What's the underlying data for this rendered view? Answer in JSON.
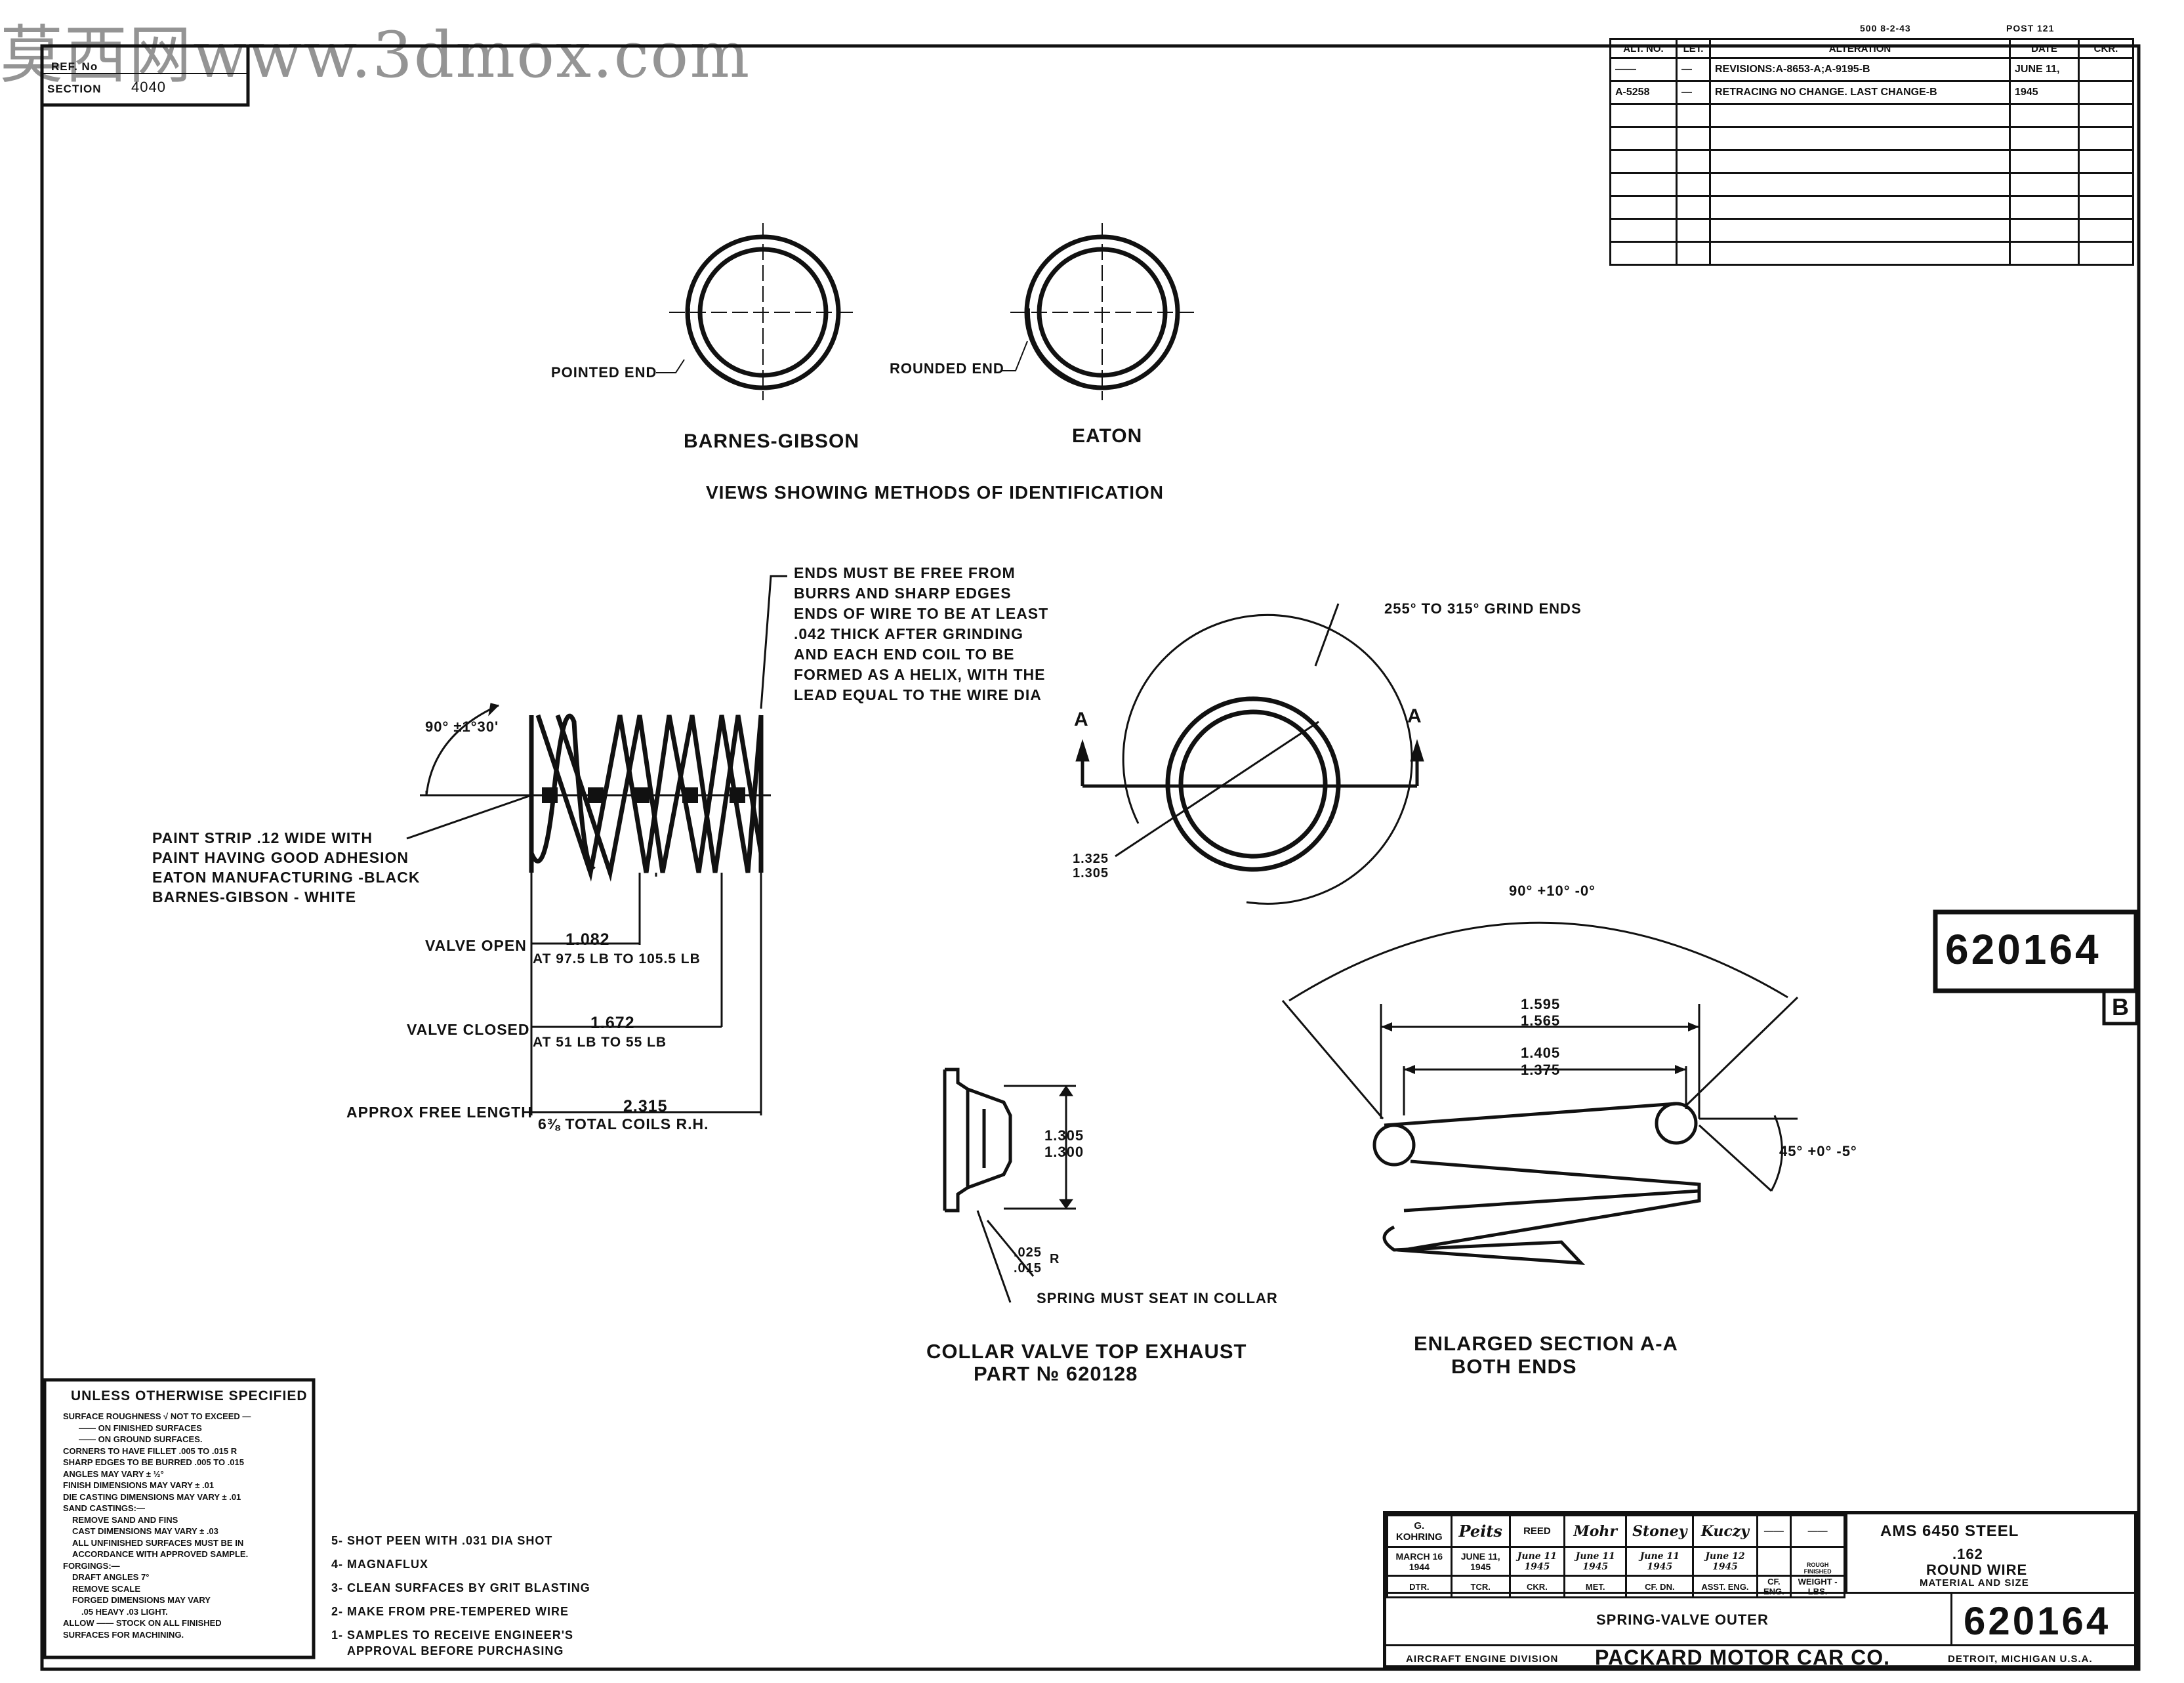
{
  "watermark": "莫西网www.3dmox.com",
  "top_strip": {
    "code1": "500 8-2-43",
    "code2": "POST 121"
  },
  "ref_box": {
    "ref_label": "REF. No",
    "section_label": "SECTION",
    "section_value": "4040"
  },
  "revision_table": {
    "headers": [
      "ALT. NO.",
      "LET.",
      "ALTERATION",
      "DATE",
      "CKR."
    ],
    "rows": [
      [
        "——",
        "—",
        "REVISIONS:A-8653-A;A-9195-B",
        "JUNE 11,",
        ""
      ],
      [
        "A-5258",
        "—",
        "RETRACING NO CHANGE. LAST CHANGE-B",
        "1945",
        ""
      ]
    ]
  },
  "drawing_number": {
    "side": "620164",
    "side_letter": "B",
    "title_block": "620164"
  },
  "identification": {
    "pointed_end": "POINTED END",
    "rounded_end": "ROUNDED END",
    "barnes_gibson": "BARNES-GIBSON",
    "eaton": "EATON",
    "caption": "VIEWS SHOWING METHODS OF IDENTIFICATION"
  },
  "spring_view": {
    "ends_note": [
      "ENDS MUST BE FREE FROM",
      "BURRS AND SHARP EDGES",
      "ENDS OF WIRE TO BE AT LEAST",
      ".042 THICK AFTER GRINDING",
      "AND EACH END COIL TO BE",
      "FORMED AS A HELIX, WITH THE",
      "LEAD EQUAL TO THE WIRE DIA"
    ],
    "angle": "90° ±1°30'",
    "paint_note": [
      "PAINT STRIP .12 WIDE WITH",
      "PAINT HAVING GOOD ADHESION",
      "EATON MANUFACTURING -BLACK",
      "BARNES-GIBSON - WHITE"
    ],
    "valve_open_label": "VALVE OPEN",
    "valve_open_dim": "1.082",
    "valve_open_load": "AT 97.5 LB TO 105.5 LB",
    "valve_closed_label": "VALVE CLOSED",
    "valve_closed_dim": "1.672",
    "valve_closed_load": "AT 51 LB TO 55 LB",
    "free_length_label": "APPROX FREE LENGTH",
    "free_length_dim": "2.315",
    "coils": "6⅜ TOTAL COILS R.H."
  },
  "end_view": {
    "grind_note": "255° TO 315° GRIND ENDS",
    "section_letter": "A",
    "dia_upper": "1.325",
    "dia_lower": "1.305"
  },
  "collar": {
    "dim_upper": "1.305",
    "dim_lower": "1.300",
    "radius_upper": ".025",
    "radius_lower": ".015",
    "radius_suffix": "R",
    "seat_note": "SPRING MUST SEAT IN COLLAR",
    "caption_line1": "COLLAR VALVE TOP EXHAUST",
    "caption_line2": "PART № 620128"
  },
  "section_aa": {
    "angle_top": "90° +10° -0°",
    "dim1_upper": "1.595",
    "dim1_lower": "1.565",
    "dim2_upper": "1.405",
    "dim2_lower": "1.375",
    "angle_side": "45° +0° -5°",
    "caption_line1": "ENLARGED SECTION A-A",
    "caption_line2": "BOTH ENDS"
  },
  "tolerances": {
    "title": "UNLESS OTHERWISE SPECIFIED",
    "lines": [
      "SURFACE ROUGHNESS √ NOT TO EXCEED —",
      "—— ON FINISHED SURFACES",
      "—— ON GROUND SURFACES.",
      "CORNERS TO HAVE FILLET .005 TO .015 R",
      "SHARP EDGES TO BE BURRED .005 TO .015",
      "ANGLES MAY VARY ± ½°",
      "FINISH DIMENSIONS MAY VARY ± .01",
      "DIE CASTING DIMENSIONS MAY VARY ± .01",
      "SAND CASTINGS:—",
      "REMOVE SAND AND FINS",
      "CAST DIMENSIONS MAY VARY ± .03",
      "ALL UNFINISHED SURFACES MUST BE IN",
      "ACCORDANCE WITH APPROVED SAMPLE.",
      "FORGINGS:—",
      "DRAFT ANGLES 7°",
      "REMOVE SCALE",
      "FORGED DIMENSIONS MAY VARY",
      ".05 HEAVY .03 LIGHT.",
      "ALLOW —— STOCK ON ALL FINISHED",
      "SURFACES FOR MACHINING."
    ]
  },
  "process_notes": [
    "5- SHOT PEEN WITH .031 DIA SHOT",
    "4- MAGNAFLUX",
    "3- CLEAN SURFACES BY GRIT BLASTING",
    "2- MAKE FROM PRE-TEMPERED WIRE",
    "1- SAMPLES TO RECEIVE ENGINEER'S",
    "APPROVAL BEFORE PURCHASING"
  ],
  "title_block": {
    "signatures": [
      "G. KOHRING",
      "Peits",
      "REED",
      "Mohr",
      "Stoney",
      "Kuczy",
      "——",
      "——"
    ],
    "dates": [
      "MARCH 16 1944",
      "JUNE 11, 1945",
      "June 11 1945",
      "June 11 1945",
      "June 11 1945",
      "June 12 1945",
      "",
      ""
    ],
    "roles": [
      "DTR.",
      "TCR.",
      "CKR.",
      "MET.",
      "CF. DN.",
      "ASST. ENG.",
      "CF. ENG.",
      "WEIGHT - LBS."
    ],
    "rough": "ROUGH",
    "finished": "FINISHED",
    "material_lines": [
      "AMS 6450 STEEL",
      ".162",
      "ROUND WIRE"
    ],
    "material_label": "MATERIAL AND SIZE",
    "part_name": "SPRING-VALVE OUTER",
    "division": "AIRCRAFT ENGINE DIVISION",
    "company": "PACKARD MOTOR CAR CO.",
    "location": "DETROIT, MICHIGAN U.S.A."
  }
}
